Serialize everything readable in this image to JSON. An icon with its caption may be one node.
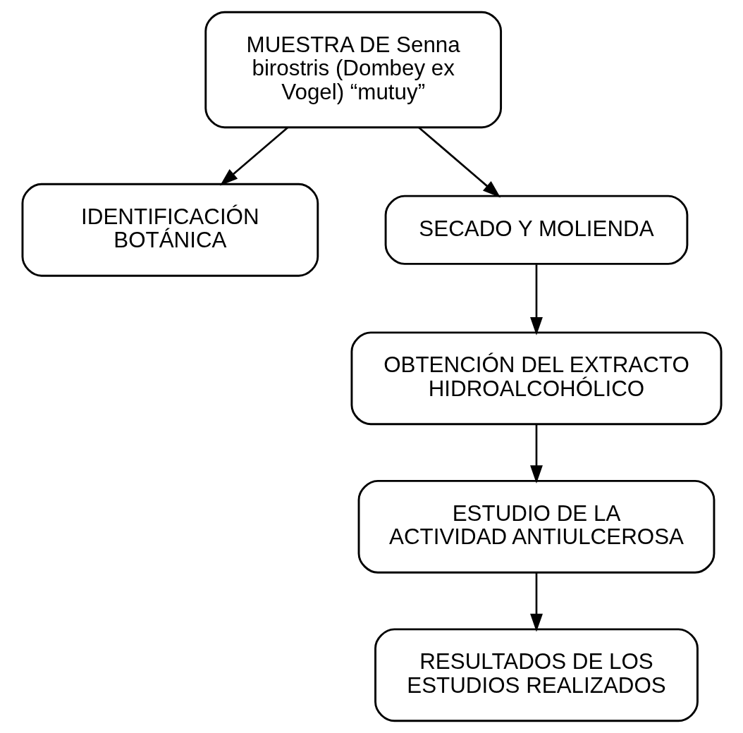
{
  "diagram": {
    "nodes": [
      {
        "text": [
          "MUESTRA DE Senna birostris (Dombey ex Vogel) “mutuy”"
        ]
      },
      {
        "text": [
          "IDENTIFICACIÓN BOTÁNICA"
        ]
      },
      {
        "text": [
          "SECADO Y MOLIENDA"
        ]
      },
      {
        "text": [
          "OBTENCIÓN DEL EXTRACTO HIDROALCOHÓLICO"
        ]
      },
      {
        "text": [
          "ESTUDIO DE LA ACTIVIDAD ANTIULCEROSA"
        ]
      },
      {
        "text": [
          "RESULTADOS DE LOS ESTUDIOS REALIZADOS"
        ]
      }
    ],
    "edges": [
      {
        "from": 0,
        "to": 1,
        "arrow": "to"
      },
      {
        "from": 0,
        "to": 2,
        "arrow": "to"
      },
      {
        "from": 2,
        "to": 3,
        "arrow": "to"
      },
      {
        "from": 3,
        "to": 4,
        "arrow": "to"
      },
      {
        "from": 4,
        "to": 5,
        "arrow": "to"
      }
    ]
  }
}
